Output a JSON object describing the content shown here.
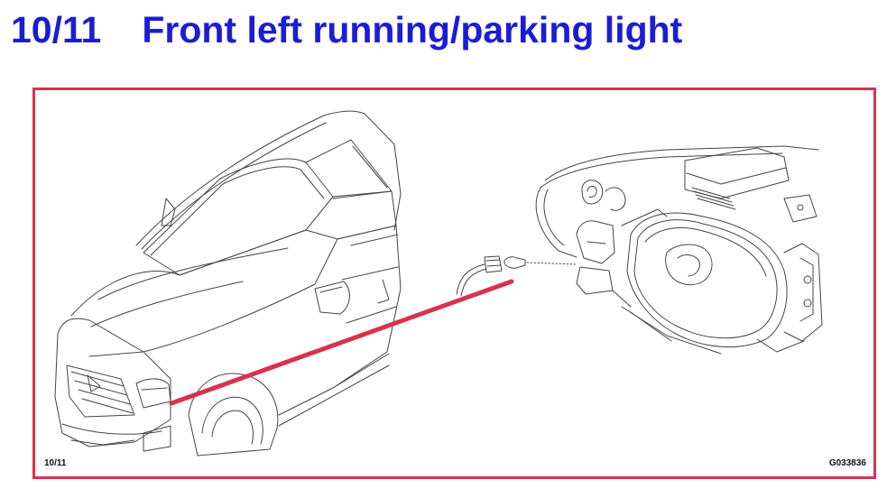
{
  "title": {
    "step": "10/11",
    "text": "Front left running/parking light"
  },
  "diagram": {
    "step_label": "10/11",
    "figure_code": "G033836"
  },
  "colors": {
    "title": "#1c1cd6",
    "frame": "#d8324f",
    "pointer": "#d8324f",
    "line_art": "#444444"
  }
}
